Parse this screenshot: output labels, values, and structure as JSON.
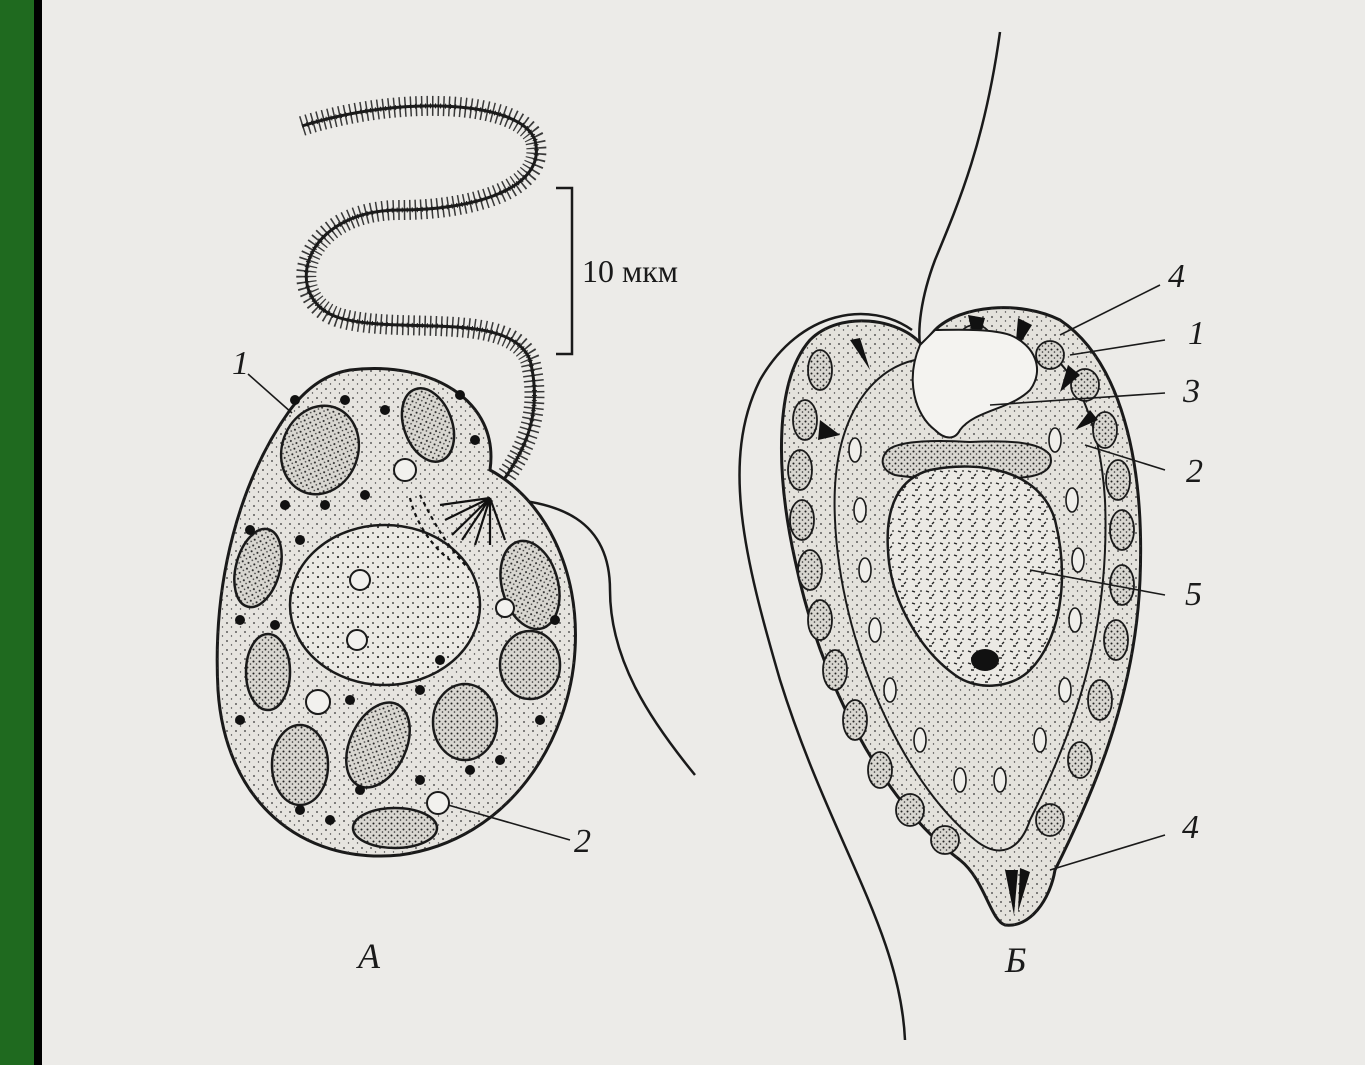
{
  "scale_bar": {
    "text": "10 мкм"
  },
  "panels": {
    "a": {
      "title": "А",
      "labels": {
        "l1": "1",
        "l2": "2"
      }
    },
    "b": {
      "title": "Б",
      "labels": {
        "l4_top": "4",
        "l1": "1",
        "l3": "3",
        "l2": "2",
        "l5": "5",
        "l4_bottom": "4"
      }
    }
  }
}
